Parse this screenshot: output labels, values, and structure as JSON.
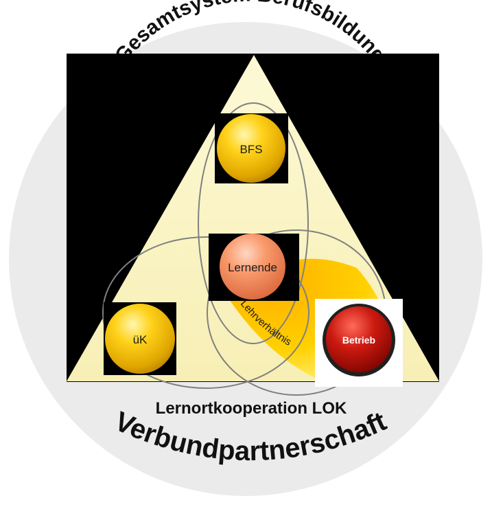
{
  "diagram": {
    "top_arc_text": "Gesamtsystem Berufsbildung",
    "subtitle": "Lernortkooperation LOK",
    "bottom_arc_text": "Verbundpartnerschaft",
    "nodes": {
      "bfs": "BFS",
      "lernende": "Lernende",
      "uek": "üK",
      "betrieb": "Betrieb"
    },
    "band_label": "Lehrverhältnis"
  },
  "colors": {
    "circle_bg": "#ebebeb",
    "triangle": "#fbf6c9",
    "black_panel": "#000000",
    "gold_ball": "#f5c200",
    "salmon_ball": "#f58a5a",
    "red_ball": "#c0120c",
    "lehrverhaeltnis_band": "#ffcc00",
    "ellipse_stroke": "#808080"
  }
}
